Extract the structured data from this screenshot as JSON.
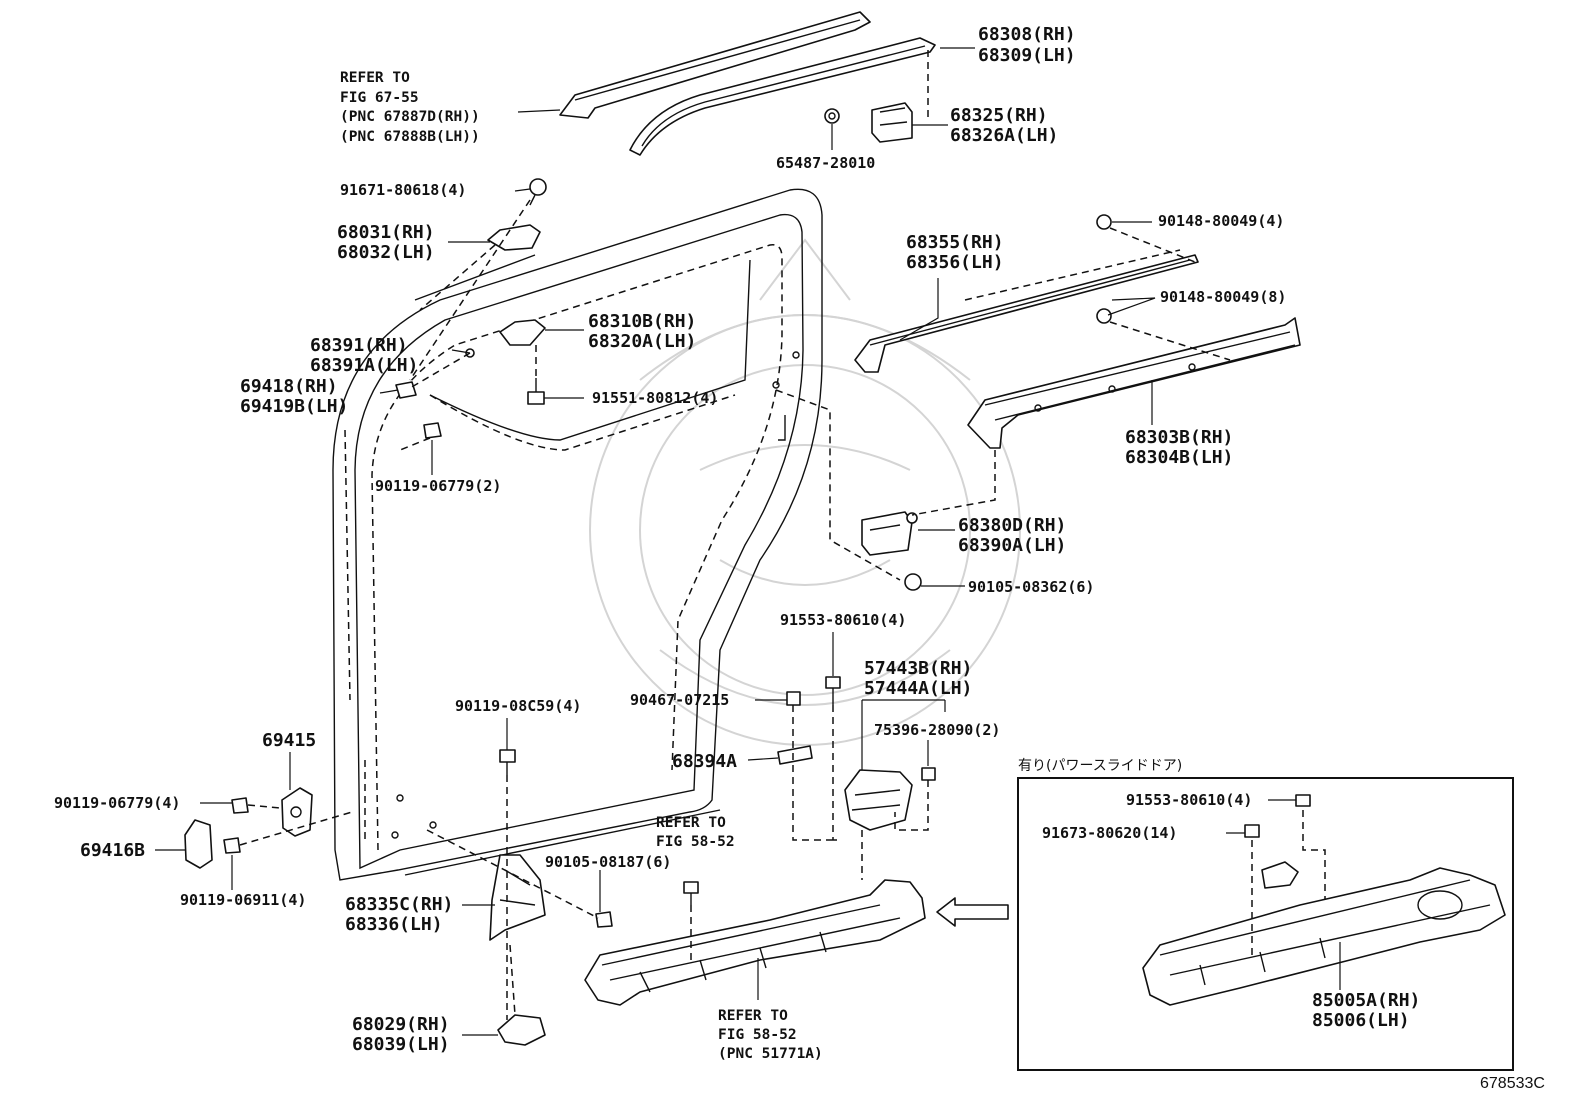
{
  "refer_fig_67_55": [
    "REFER TO",
    "FIG 67-55",
    "(PNC 67887D(RH))",
    "(PNC 67888B(LH))"
  ],
  "p68308": [
    "68308(RH)",
    "68309(LH)"
  ],
  "p68325": [
    "68325(RH)",
    "68326A(LH)"
  ],
  "p65487": "65487-28010",
  "p91671": "91671-80618(4)",
  "p68031": [
    "68031(RH)",
    "68032(LH)"
  ],
  "p68355": [
    "68355(RH)",
    "68356(LH)"
  ],
  "p90148_4": "90148-80049(4)",
  "p90148_8": "90148-80049(8)",
  "p68310": [
    "68310B(RH)",
    "68320A(LH)"
  ],
  "p68391": [
    "68391(RH)",
    "68391A(LH)"
  ],
  "p69418": [
    "69418(RH)",
    "69419B(LH)"
  ],
  "p91551": "91551-80812(4)",
  "p90119_2": "90119-06779(2)",
  "p68303": [
    "68303B(RH)",
    "68304B(LH)"
  ],
  "p68380": [
    "68380D(RH)",
    "68390A(LH)"
  ],
  "p90105_6": "90105-08362(6)",
  "p91553_4": "91553-80610(4)",
  "p57443": [
    "57443B(RH)",
    "57444A(LH)"
  ],
  "p90467": "90467-07215",
  "p75396": "75396-28090(2)",
  "p90119_08c59": "90119-08C59(4)",
  "p68394": "68394A",
  "p69415": "69415",
  "p90119_06779_4": "90119-06779(4)",
  "p69416": "69416B",
  "p90119_06911": "90119-06911(4)",
  "refer_fig_58_52_a": [
    "REFER TO",
    "FIG 58-52"
  ],
  "p90105_08187": "90105-08187(6)",
  "p68335": [
    "68335C(RH)",
    "68336(LH)"
  ],
  "p68029": [
    "68029(RH)",
    "68039(LH)"
  ],
  "refer_fig_58_52_b": [
    "REFER TO",
    "FIG 58-52",
    "(PNC 51771A)"
  ],
  "inset": {
    "title": "有り(パワースライドドア)",
    "p91553": "91553-80610(4)",
    "p91673": "91673-80620(14)",
    "p85005": [
      "85005A(RH)",
      "85006(LH)"
    ]
  },
  "figure_code": "678533C"
}
